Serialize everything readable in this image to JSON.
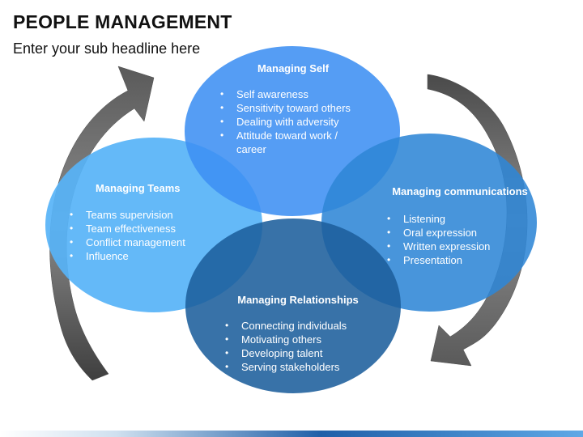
{
  "header": {
    "title": "PEOPLE MANAGEMENT",
    "subtitle": "Enter your sub headline here"
  },
  "colors": {
    "self": "#3d8ff2",
    "teams": "#57b3f7",
    "communications": "#2f86d6",
    "relationships": "#1d5f9c",
    "arrows": "#6e6e6e"
  },
  "circles": {
    "self": {
      "heading": "Managing Self",
      "items": [
        "Self awareness",
        "Sensitivity toward others",
        "Dealing with adversity",
        "Attitude toward work / career"
      ]
    },
    "teams": {
      "heading": "Managing Teams",
      "items": [
        "Teams supervision",
        "Team effectiveness",
        "Conflict management",
        "Influence"
      ]
    },
    "communications": {
      "heading": "Managing communications",
      "items": [
        "Listening",
        "Oral expression",
        "Written expression",
        "Presentation"
      ]
    },
    "relationships": {
      "heading": "Managing Relationships",
      "items": [
        "Connecting individuals",
        "Motivating others",
        "Developing talent",
        "Serving stakeholders"
      ]
    }
  }
}
